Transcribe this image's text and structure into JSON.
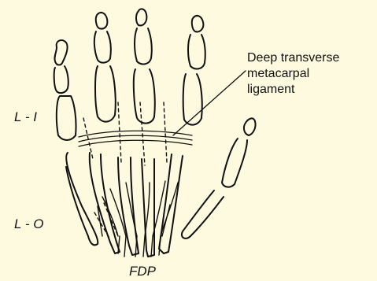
{
  "labels": {
    "ligament_line1": "Deep transverse",
    "ligament_line2": "metacarpal",
    "ligament_line3": "ligament",
    "lumbrical_interosseous": "L - I",
    "lumbrical_origin": "L - O",
    "fdp": "FDP"
  },
  "colors": {
    "background": "#fdfadf",
    "line": "#111111"
  }
}
